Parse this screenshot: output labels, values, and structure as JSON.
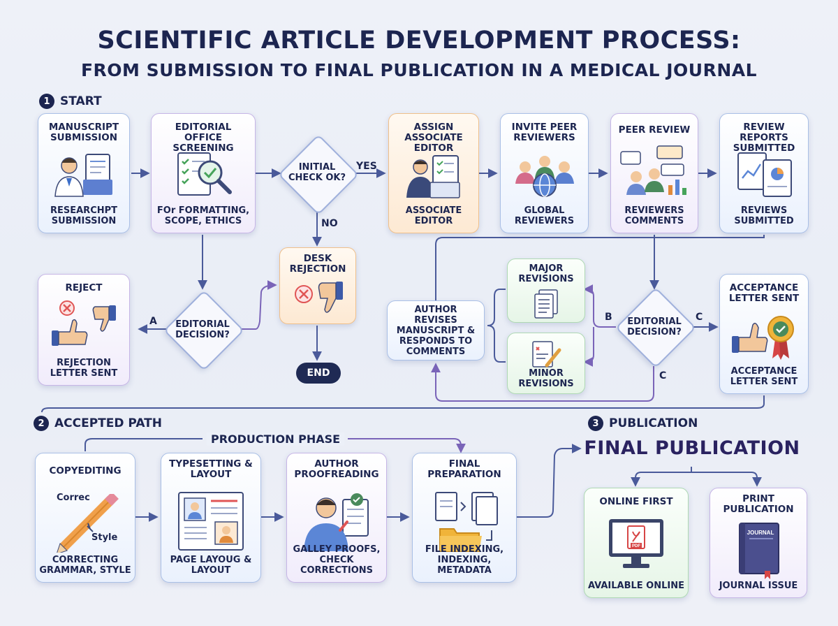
{
  "title": {
    "line1": "SCIENTIFIC ARTICLE DEVELOPMENT PROCESS:",
    "line2": "FROM SUBMISSION TO FINAL PUBLICATION IN A MEDICAL JOURNAL"
  },
  "sections": {
    "start": {
      "num": "1",
      "label": "START"
    },
    "accepted": {
      "num": "2",
      "label": "ACCEPTED PATH"
    },
    "publication": {
      "num": "3",
      "label": "PUBLICATION"
    }
  },
  "cards": {
    "manuscript": {
      "title": "MANUSCRIPT SUBMISSION",
      "caption": "RESEARCHPT SUBMISSION"
    },
    "screening": {
      "title": "EDITORIAL OFFICE SCREENING",
      "caption": "FOr FORMATTING, SCOPE, ETHICS"
    },
    "associate": {
      "title": "ASSIGN ASSOCIATE EDITOR",
      "caption": "ASSOCIATE EDITOR"
    },
    "invite": {
      "title": "INVITE PEER REVIEWERS",
      "caption": "GLOBAL REVIEWERS"
    },
    "peer": {
      "title": "PEER REVIEW",
      "caption": "REVIEWERS COMMENTS"
    },
    "reports": {
      "title": "REVIEW REPORTS SUBMITTED",
      "caption": "REVIEWS SUBMITTED"
    },
    "reject": {
      "title": "REJECT",
      "caption": "REJECTION LETTER SENT"
    },
    "desk": {
      "title": "DESK REJECTION"
    },
    "revise": {
      "title": "AUTHOR REVISES MANUSCRIPT & RESPONDS TO COMMENTS"
    },
    "major": {
      "title": "MAJOR REVISIONS"
    },
    "minor": {
      "caption": "MINOR REVISIONS"
    },
    "acceptance": {
      "title": "ACCEPTANCE LETTER SENT",
      "caption": "ACCEPTANCE LETTER SENT"
    },
    "copyediting": {
      "title": "COPYEDITING",
      "caption": "CORRECTING GRAMMAR, STYLE",
      "word1": "Correc",
      "word2": "Style"
    },
    "typesetting": {
      "title": "TYPESETTING & LAYOUT",
      "caption": "PAGE LAYOUG & LAYOUT"
    },
    "proofreading": {
      "title": "AUTHOR PROOFREADING",
      "caption": "GALLEY PROOFS, CHECK CORRECTIONS"
    },
    "final_prep": {
      "title": "FINAL PREPARATION",
      "caption": "FILE INDEXING, INDEXING, METADATA"
    },
    "online": {
      "title": "ONLINE FIRST",
      "caption": "AVAILABLE ONLINE",
      "badge": "PDF"
    },
    "print": {
      "title": "PRINT PUBLICATION",
      "caption": "JOURNAL ISSUE",
      "cover": "JOURNAL"
    }
  },
  "decisions": {
    "initial": "INITIAL CHECK OK?",
    "editorial_left": "EDITORIAL DECISION?",
    "editorial_right": "EDITORIAL DECISION?"
  },
  "edge_labels": {
    "yes": "YES",
    "no": "NO",
    "a": "A",
    "b": "B",
    "c1": "C",
    "c2": "C"
  },
  "end": "END",
  "production_phase": "PRODUCTION PHASE",
  "final_publication": "FINAL PUBLICATION",
  "colors": {
    "navy": "#1c2550",
    "arrow": "#4a5a9a",
    "orange": "#f0a04b",
    "green": "#7cc489",
    "purple": "#8d74c9",
    "red": "#e05555"
  }
}
